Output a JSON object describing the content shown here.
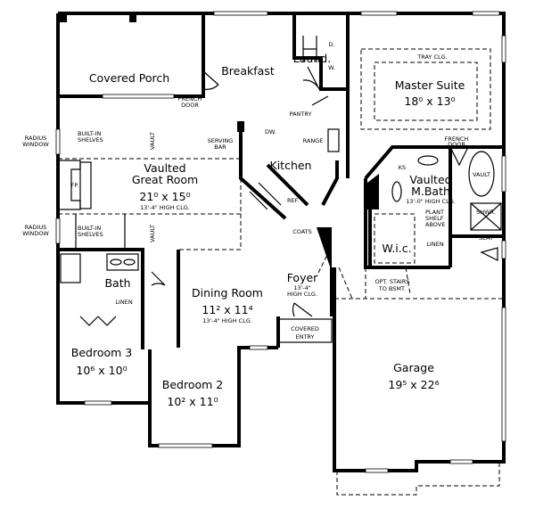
{
  "rooms": {
    "porch": {
      "name": "Covered Porch"
    },
    "breakfast": {
      "name": "Breakfast"
    },
    "laundry": {
      "name": "Laund."
    },
    "master": {
      "name": "Master Suite",
      "dims": "18⁰ x 13⁰",
      "ceiling": "TRAY CLG."
    },
    "great": {
      "name1": "Vaulted",
      "name2": "Great Room",
      "dims": "21⁰ x 15⁰",
      "ceiling": "13'-4\" HIGH CLG."
    },
    "kitchen": {
      "name": "Kitchen"
    },
    "mbath": {
      "name1": "Vaulted",
      "name2": "M.Bath",
      "ceiling": "13'-0\" HIGH CLG."
    },
    "wic": {
      "name": "W.i.c."
    },
    "bath": {
      "name": "Bath"
    },
    "dining": {
      "name": "Dining Room",
      "dims": "11² x 11⁴",
      "ceiling": "13'-4\" HIGH CLG."
    },
    "foyer": {
      "name": "Foyer",
      "ceiling1": "13'-4\"",
      "ceiling2": "HIGH CLG."
    },
    "entry": {
      "name1": "COVERED",
      "name2": "ENTRY"
    },
    "bed3": {
      "name": "Bedroom 3",
      "dims": "10⁶ x 10⁰"
    },
    "bed2": {
      "name": "Bedroom 2",
      "dims": "10² x 11⁰"
    },
    "garage": {
      "name": "Garage",
      "dims": "19⁵ x 22⁶"
    }
  },
  "notes": {
    "french_door_1": [
      "FRENCH",
      "DOOR"
    ],
    "french_door_2": [
      "FRENCH",
      "DOOR"
    ],
    "radius_window": [
      "RADIUS",
      "WINDOW"
    ],
    "built_in": [
      "BUILT-IN",
      "SHELVES"
    ],
    "vault": "VAULT",
    "serving_bar": [
      "SERVING",
      "BAR"
    ],
    "fp": "FP.",
    "dw": "DW.",
    "range": "RANGE",
    "pantry": "PANTRY",
    "ref": "REF.",
    "coats": "COATS",
    "d": "D.",
    "w": "W.",
    "ks": "KS",
    "plant_shelf": [
      "PLANT",
      "SHELF",
      "ABOVE"
    ],
    "linen": "LINEN",
    "shwr": "SHWR.",
    "seat": "SEAT",
    "stairs": [
      "OPT. STAIRS",
      "TO BSMT."
    ]
  }
}
